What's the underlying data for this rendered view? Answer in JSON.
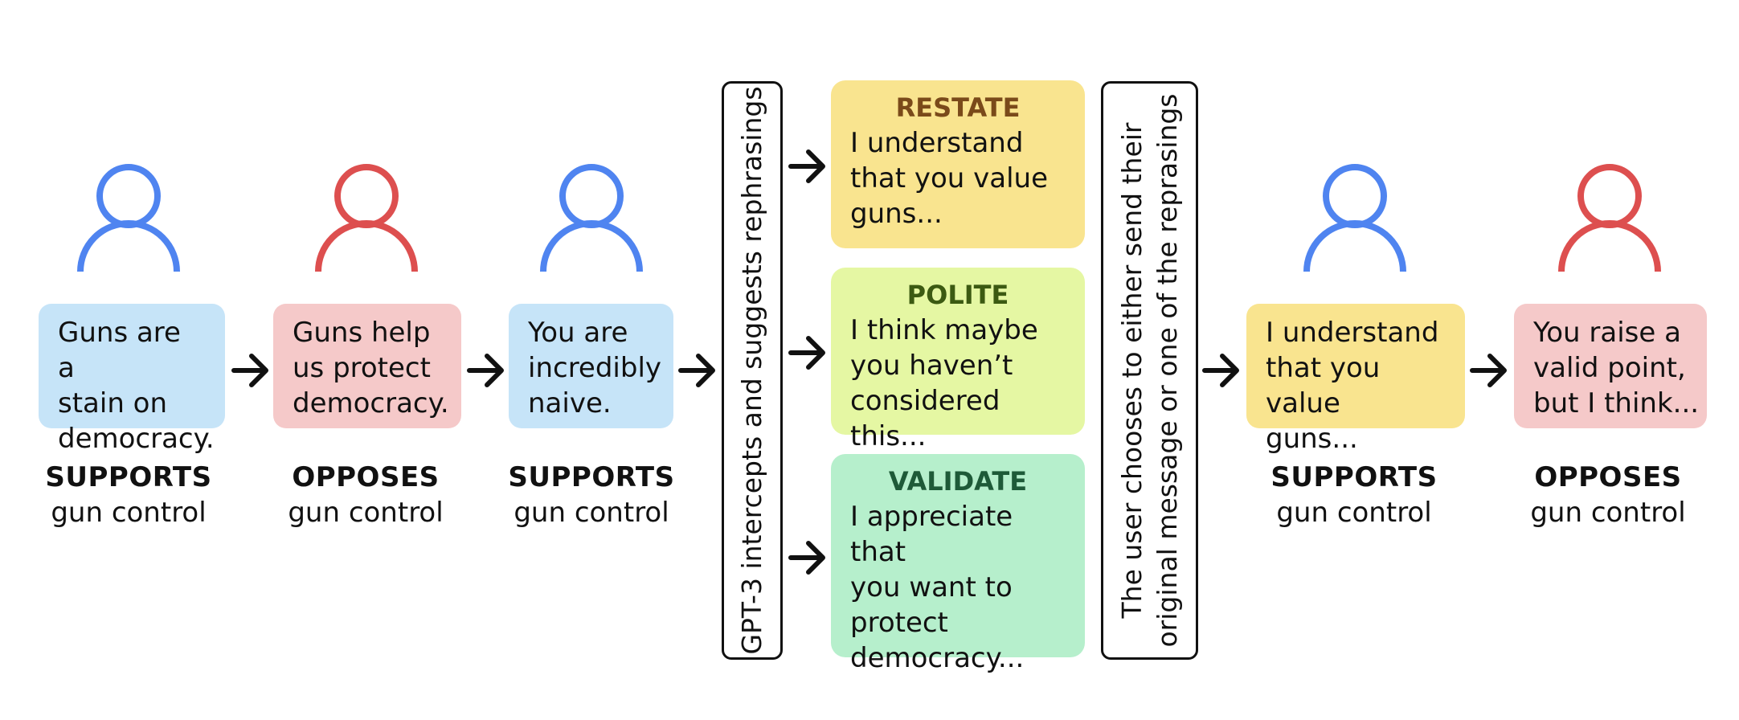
{
  "colors": {
    "blue": "#4f84f0",
    "red": "#dd4f4f",
    "bubble_blue": "#c6e4f8",
    "bubble_red": "#f5c9c9",
    "bubble_yellow": "#f9e48f",
    "restate_bg": "#f9e48f",
    "polite_bg": "#e5f7a3",
    "validate_bg": "#b6efcc",
    "restate_title": "#7a4a1a",
    "polite_title": "#3c5a12",
    "validate_title": "#1e5a38"
  },
  "conversation": [
    {
      "icon": "person-icon",
      "color": "blue",
      "message": "Guns are a\nstain on\ndemocracy.",
      "stance": "SUPPORTS",
      "topic": "gun control"
    },
    {
      "icon": "person-icon",
      "color": "red",
      "message": "Guns help\nus protect\ndemocracy.",
      "stance": "OPPOSES",
      "topic": "gun control"
    },
    {
      "icon": "person-icon",
      "color": "blue",
      "message": "You are\nincredibly\nnaive.",
      "stance": "SUPPORTS",
      "topic": "gun control"
    }
  ],
  "gpt_box": {
    "text": "GPT-3 intercepts and suggests rephrasings"
  },
  "rephrasings": [
    {
      "title": "RESTATE",
      "text": "I understand\nthat you value\nguns..."
    },
    {
      "title": "POLITE",
      "text": "I think maybe\nyou haven’t\nconsidered this..."
    },
    {
      "title": "VALIDATE",
      "text": "I appreciate that\nyou want to\nprotect\ndemocracy..."
    }
  ],
  "choice_box": {
    "line1": "The user chooses to either send their",
    "line2": "original message or one of the reprasings"
  },
  "result": [
    {
      "icon": "person-icon",
      "color": "blue",
      "message": "I understand\nthat you value\nguns...",
      "stance": "SUPPORTS",
      "topic": "gun control"
    },
    {
      "icon": "person-icon",
      "color": "red",
      "message": "You raise a\nvalid point,\nbut I think...",
      "stance": "OPPOSES",
      "topic": "gun control"
    }
  ],
  "icons": {
    "arrow": "right-arrow-icon"
  }
}
